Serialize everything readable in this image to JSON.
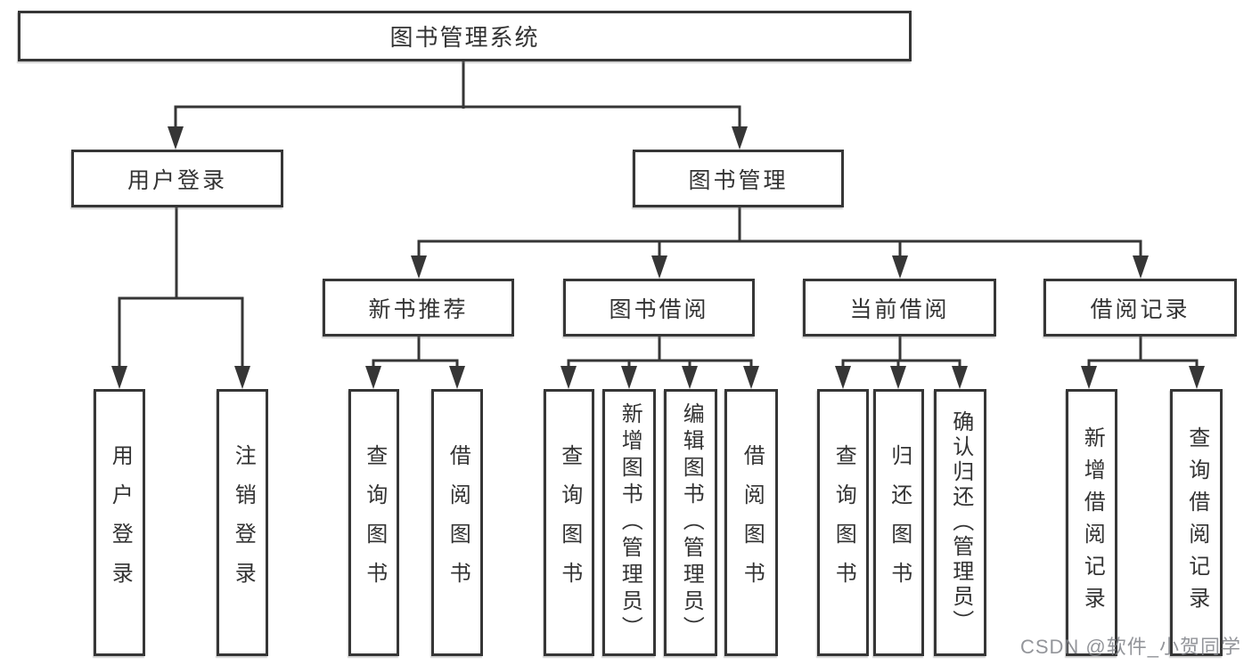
{
  "diagram": {
    "root": "图书管理系统",
    "level2": [
      "用户登录",
      "图书管理"
    ],
    "level3": [
      "新书推荐",
      "图书借阅",
      "当前借阅",
      "借阅记录"
    ],
    "leaves": [
      "用户登录",
      "注销登录",
      "查询图书",
      "借阅图书",
      "查询图书",
      "新增图书（管理员）",
      "编辑图书（管理员）",
      "借阅图书",
      "查询图书",
      "归还图书",
      "确认归还（管理员）",
      "新增借阅记录",
      "查询借阅记录"
    ]
  },
  "watermark": "CSDN @软件_小贺同学",
  "colors": {
    "line": "#363636",
    "text": "#333333",
    "watermark": "#808388",
    "background": "#ffffff"
  }
}
